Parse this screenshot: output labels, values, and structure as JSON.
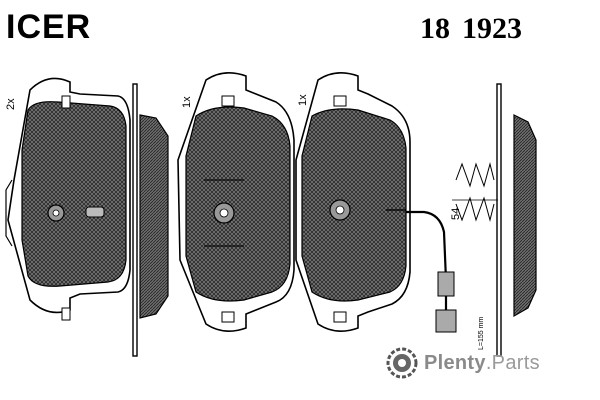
{
  "header": {
    "brand": "ICER",
    "part_prefix": "18",
    "part_number": "1923"
  },
  "drawing": {
    "pad1_qty": "2x",
    "pad2_qty": "1x",
    "pad3_qty": "1x",
    "sensor_dim": "54",
    "sensor_len": "L=155 mm"
  },
  "watermark": {
    "brand_bold": "Plenty",
    "brand_rest": ".Parts",
    "icon": "gear-camera-icon"
  },
  "colors": {
    "ink": "#000000",
    "hatch": "#3c3c3c",
    "watermark": "#9a9a9a"
  }
}
